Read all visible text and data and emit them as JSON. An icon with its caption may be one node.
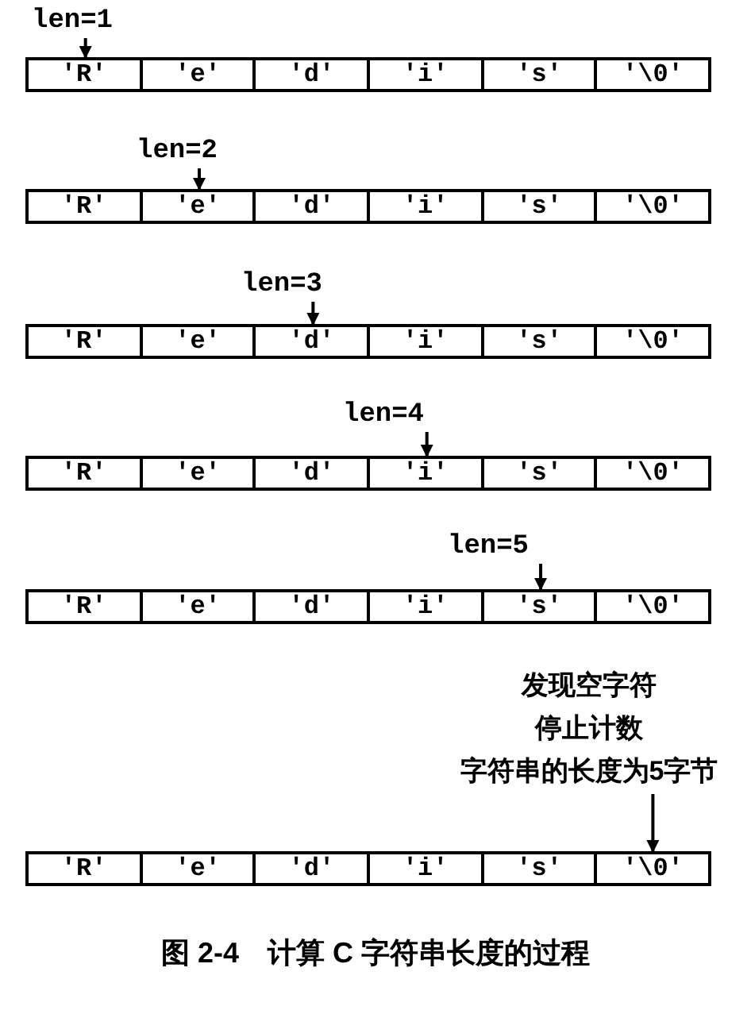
{
  "diagram": {
    "caption": "图 2-4　计算 C 字符串长度的过程",
    "nodes": [
      {
        "text": [
          "len=1"
        ]
      },
      {
        "text": [],
        "shape": "box"
      },
      {
        "text": [
          "'R'"
        ],
        "in": 1
      },
      {
        "text": [
          "'e'"
        ],
        "in": 1
      },
      {
        "text": [
          "'d'"
        ],
        "in": 1
      },
      {
        "text": [
          "'i'"
        ],
        "in": 1
      },
      {
        "text": [
          "'s'"
        ],
        "in": 1
      },
      {
        "text": [
          "'\\0'"
        ],
        "in": 1
      },
      {
        "text": [
          "len=2"
        ]
      },
      {
        "text": [],
        "shape": "box"
      },
      {
        "text": [
          "'R'"
        ],
        "in": 9
      },
      {
        "text": [
          "'e'"
        ],
        "in": 9
      },
      {
        "text": [
          "'d'"
        ],
        "in": 9
      },
      {
        "text": [
          "'i'"
        ],
        "in": 9
      },
      {
        "text": [
          "'s'"
        ],
        "in": 9
      },
      {
        "text": [
          "'\\0'"
        ],
        "in": 9
      },
      {
        "text": [
          "len=3"
        ]
      },
      {
        "text": [],
        "shape": "box"
      },
      {
        "text": [
          "'R'"
        ],
        "in": 17
      },
      {
        "text": [
          "'e'"
        ],
        "in": 17
      },
      {
        "text": [
          "'d'"
        ],
        "in": 17
      },
      {
        "text": [
          "'i'"
        ],
        "in": 17
      },
      {
        "text": [
          "'s'"
        ],
        "in": 17
      },
      {
        "text": [
          "'\\0'"
        ],
        "in": 17
      },
      {
        "text": [
          "len=4"
        ]
      },
      {
        "text": [],
        "shape": "box"
      },
      {
        "text": [
          "'R'"
        ],
        "in": 25
      },
      {
        "text": [
          "'e'"
        ],
        "in": 25
      },
      {
        "text": [
          "'d'"
        ],
        "in": 25
      },
      {
        "text": [
          "'i'"
        ],
        "in": 25
      },
      {
        "text": [
          "'s'"
        ],
        "in": 25
      },
      {
        "text": [
          "'\\0'"
        ],
        "in": 25
      },
      {
        "text": [
          "len=5"
        ]
      },
      {
        "text": [],
        "shape": "box"
      },
      {
        "text": [
          "'R'"
        ],
        "in": 33
      },
      {
        "text": [
          "'e'"
        ],
        "in": 33
      },
      {
        "text": [
          "'d'"
        ],
        "in": 33
      },
      {
        "text": [
          "'i'"
        ],
        "in": 33
      },
      {
        "text": [
          "'s'"
        ],
        "in": 33
      },
      {
        "text": [
          "'\\0'"
        ],
        "in": 33
      },
      {
        "text": [
          "发现空字符",
          "停止计数",
          "字符串的长度为5字节"
        ]
      },
      {
        "text": [],
        "shape": "box"
      },
      {
        "text": [
          "'R'"
        ],
        "in": 41
      },
      {
        "text": [
          "'e'"
        ],
        "in": 41
      },
      {
        "text": [
          "'d'"
        ],
        "in": 41
      },
      {
        "text": [
          "'i'"
        ],
        "in": 41
      },
      {
        "text": [
          "'s'"
        ],
        "in": 41
      },
      {
        "text": [
          "'\\0'"
        ],
        "in": 41
      }
    ],
    "edges": [
      {
        "from": 0,
        "to": 2,
        "arrow": "to"
      },
      {
        "from": 8,
        "to": 11,
        "arrow": "to"
      },
      {
        "from": 16,
        "to": 20,
        "arrow": "to"
      },
      {
        "from": 24,
        "to": 29,
        "arrow": "to"
      },
      {
        "from": 32,
        "to": 38,
        "arrow": "to"
      },
      {
        "from": 40,
        "to": 47,
        "arrow": "to"
      }
    ]
  }
}
